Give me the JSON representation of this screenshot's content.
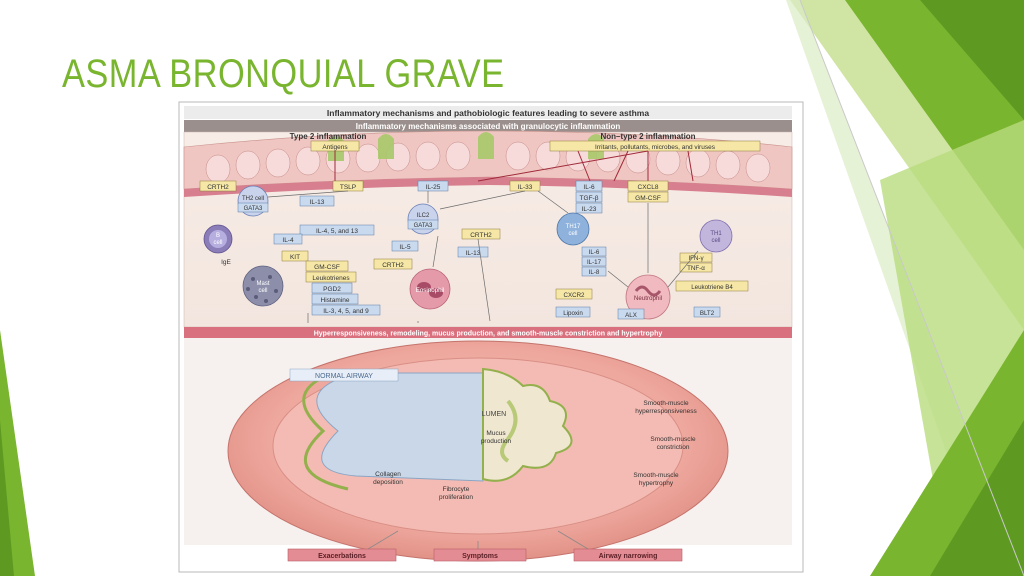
{
  "slide": {
    "title": "ASMA BRONQUIAL GRAVE",
    "accent_color": "#7ab52f"
  },
  "figure": {
    "title": "Inflammatory mechanisms and pathobiologic features leading to severe asthma",
    "subtitle": "Inflammatory mechanisms associated with granulocytic inflammation",
    "type2": {
      "heading": "Type 2 inflammation",
      "trigger": "Antigens",
      "mediators": [
        "TSLP",
        "IL-25",
        "IL-33",
        "IL-13",
        "IL-4, 5, and 13",
        "IL-4",
        "KIT",
        "IL-5",
        "CRTH2",
        "IL-13"
      ],
      "crth2_th2": "CRTH2",
      "crth2_ilc2": "CRTH2",
      "cells": {
        "th2": [
          "TH2 cell",
          "GATA3"
        ],
        "ilc2": [
          "ILC2",
          "GATA3"
        ],
        "bcell": [
          "B",
          "cell"
        ],
        "mast": [
          "Mast",
          "cell"
        ],
        "eos": "Eosinophil"
      },
      "ige": "IgE",
      "mast_products": [
        "GM-CSF",
        "Leukotrienes",
        "PGD2",
        "Histamine",
        "IL-3, 4, 5, and 9"
      ]
    },
    "nontype2": {
      "heading": "Non–type 2 inflammation",
      "trigger": "Irritants, pollutants, microbes, and viruses",
      "mediators": [
        "IL-6",
        "TGF-β",
        "IL-23",
        "CXCL8",
        "GM-CSF",
        "IL-6",
        "IL-17",
        "IL-8",
        "IFN-γ",
        "TNF-α",
        "Leukotriene B4",
        "BLT2",
        "CXCR2",
        "Lipoxin",
        "ALX"
      ],
      "cells": {
        "th17": [
          "TH17",
          "cell"
        ],
        "th1": [
          "TH1",
          "cell"
        ],
        "neut": "Neutrophil"
      }
    },
    "result_bar": "Hyperresponsiveness, remodeling, mucus production, and smooth-muscle constriction and hypertrophy",
    "airway": {
      "normal": "NORMAL AIRWAY",
      "lumen": "LUMEN",
      "mucus": [
        "Mucus",
        "production"
      ],
      "collagen": [
        "Collagen",
        "deposition"
      ],
      "fibrocyte": [
        "Fibrocyte",
        "proliferation"
      ],
      "right_labels": [
        [
          "Smooth-muscle",
          "hyperresponsiveness"
        ],
        [
          "Smooth-muscle",
          "constriction"
        ],
        [
          "Smooth-muscle",
          "hypertrophy"
        ]
      ]
    },
    "outcomes": [
      "Exacerbations",
      "Symptoms",
      "Airway narrowing"
    ]
  }
}
